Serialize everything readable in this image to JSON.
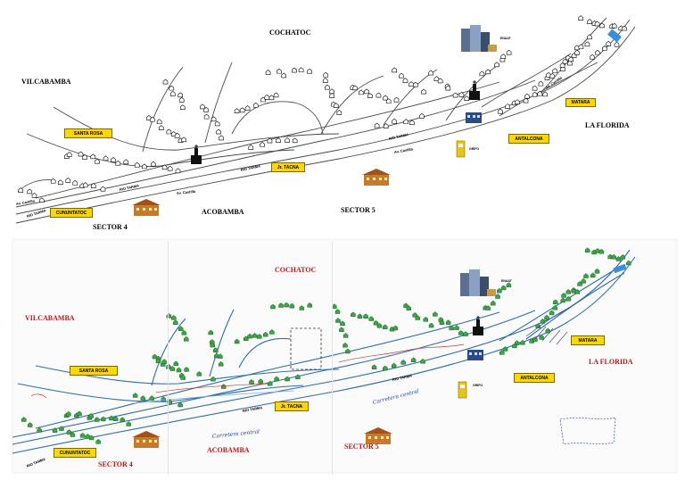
{
  "top_map": {
    "places": {
      "cochatoc": "COCHATOC",
      "vilcabamba": "VILCABAMBA",
      "la_florida": "LA FLORIDA",
      "acobamba": "ACOBAMBA",
      "sector5": "SECTOR 5",
      "sector4": "SECTOR 4"
    },
    "boxes": {
      "santa_rosa": "SANTA ROSA",
      "jr_tacna": "Jr. TACNA",
      "antalcona": "ANTALCONA",
      "matara": "MATARA",
      "cununtatoc": "CUNUNTATOC"
    },
    "roads": {
      "rio_tarma_1": "RIO TARMA",
      "rio_tarma_2": "RIO TARMA",
      "rio_tarma_3": "RIO TARMA",
      "rio_tarma_4": "RIO TARMA",
      "av_castilla_1": "Av. Castilla",
      "av_castilla_2": "Av. Castilla",
      "av_castilla_3": "Av. Castilla",
      "av_castilla_4": "Av. Castilla"
    },
    "tiny": {
      "enaat": "ENAAT",
      "grifo": "GRIFO"
    }
  },
  "bottom_map": {
    "places": {
      "cochatoc": "COCHATOC",
      "vilcabamba": "VILCABAMBA",
      "la_florida": "LA FLORIDA",
      "acobamba": "ACOBAMBA",
      "sector5": "SECTOR 5",
      "sector4": "SECTOR 4"
    },
    "boxes": {
      "santa_rosa": "SANTA ROSA",
      "jr_tacna": "Jr. TACNA",
      "antalcona": "ANTALCONA",
      "matara": "MATARA",
      "cununtatoc": "CUNUNTATOC"
    },
    "roads": {
      "rio_tarma_1": "RIO TARMA",
      "rio_tarma_2": "RIO TARMA",
      "rio_tarma_3": "RIO TARMA"
    },
    "tiny": {
      "enaat": "ENAAT",
      "grifo": "GRIFO"
    },
    "handwritten": {
      "carretera_central_1": "Carretera central",
      "carretera_central_2": "Carretera central"
    }
  },
  "colors": {
    "road_line": "#4a4a4a",
    "river_blue": "#2e6da4",
    "house_green": "#3aa645",
    "label_box": "#ffd700",
    "place_red": "#b21a1a"
  },
  "icons": [
    "church-icon",
    "school-icon",
    "building-icon",
    "gas-station-icon",
    "house-icon"
  ]
}
